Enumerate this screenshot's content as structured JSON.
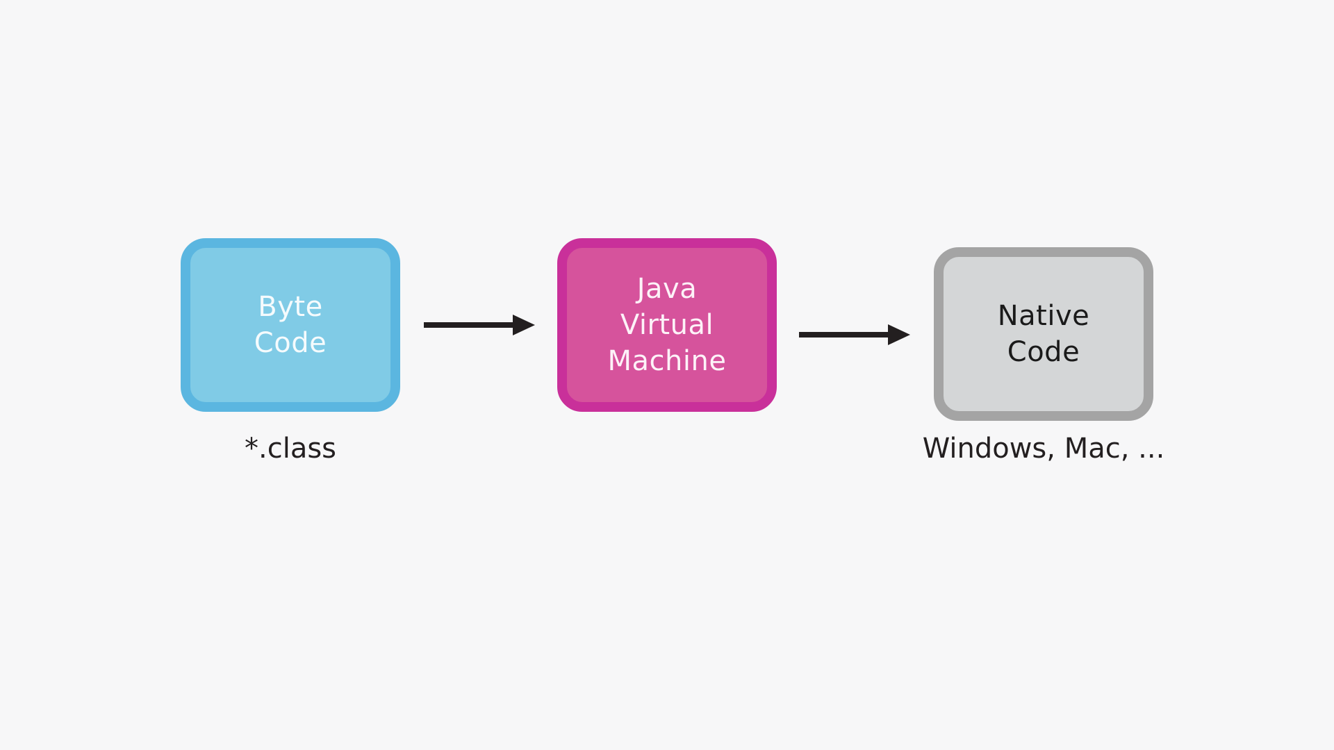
{
  "nodes": {
    "bytecode": {
      "label_line1": "Byte",
      "label_line2": "Code",
      "caption": "*.class"
    },
    "jvm": {
      "label_line1": "Java",
      "label_line2": "Virtual",
      "label_line3": "Machine"
    },
    "native": {
      "label_line1": "Native",
      "label_line2": "Code",
      "caption": "Windows, Mac, ..."
    }
  },
  "colors": {
    "background": "#f7f7f8",
    "bytecode_fill": "#80cbe6",
    "bytecode_border": "#5bb6e0",
    "bytecode_text": "#f5fbfd",
    "jvm_fill": "#d6539c",
    "jvm_border": "#c9309a",
    "jvm_text": "#fdf2f8",
    "native_fill": "#d4d6d7",
    "native_border": "#a4a4a4",
    "native_text": "#1a1a1a",
    "arrow": "#231f20"
  }
}
